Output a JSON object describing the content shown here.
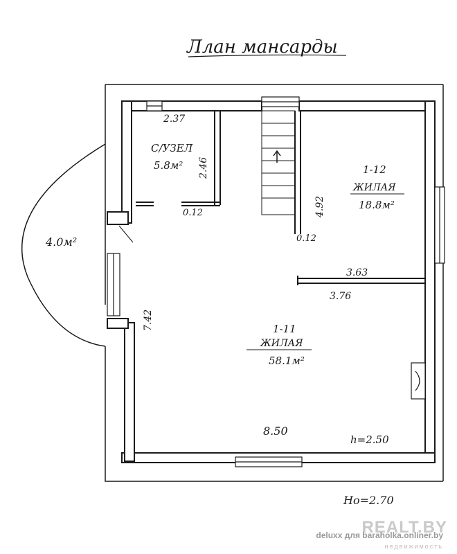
{
  "title": "Ллан мансарды",
  "dimensions": {
    "storage_width": "2.37",
    "storage_depth": "2.46",
    "storage_door": "0.12",
    "upper_room_depth": "4.92",
    "upper_room_door": "0.12",
    "partition_top": "3.63",
    "partition_bottom": "3.76",
    "left_wall": "7.42",
    "bottom_width": "8.50",
    "ceiling_height": "h=2.50",
    "total_height": "Hо=2.70"
  },
  "rooms": {
    "storage": {
      "label": "С/УЗЕЛ",
      "area": "5.8м²"
    },
    "room_12": {
      "number": "1-12",
      "label": "ЖИЛАЯ",
      "area": "18.8м²"
    },
    "room_11": {
      "number": "1-11",
      "label": "ЖИЛАЯ",
      "area": "58.1м²"
    },
    "balcony": {
      "area": "4.0м²"
    }
  },
  "watermark": {
    "logo": "REALT.BY",
    "credit": "deluxx для baraholka.onliner.by",
    "sub": "недвижимость"
  },
  "colors": {
    "ink": "#1a1a1a",
    "paper": "#ffffff",
    "watermark": "#c9c9c9"
  }
}
